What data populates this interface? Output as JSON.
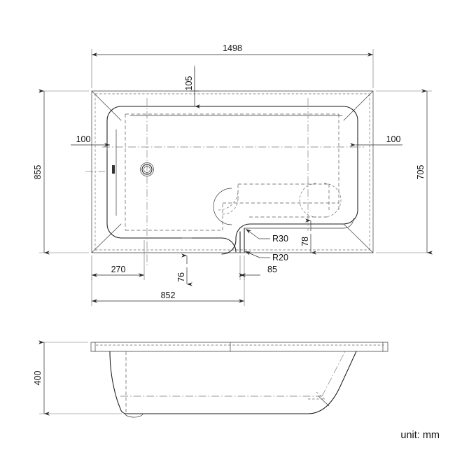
{
  "drawing": {
    "title": "Bathtub technical drawing",
    "unit_note": "unit: mm",
    "views": {
      "plan": {
        "name": "plan-view",
        "dimensions": {
          "overall_length": "1498",
          "overall_width": "855",
          "inner_width": "705",
          "rim_top": "105",
          "rim_left": "100",
          "rim_right": "100",
          "step_offset_left": "270",
          "step_depth": "76",
          "step_offset_right": "85",
          "step_span": "852",
          "step_edge": "78",
          "radius_outer": "R30",
          "radius_inner": "R20"
        }
      },
      "elevation": {
        "name": "front-elevation-view",
        "dimensions": {
          "height": "400"
        }
      }
    }
  },
  "labels": {
    "len_1498": "1498",
    "wid_855": "855",
    "inner_705": "705",
    "top_105": "105",
    "left_100": "100",
    "right_100": "100",
    "off_270": "270",
    "dep_76": "76",
    "off_85": "85",
    "span_852": "852",
    "edge_78": "78",
    "r30": "R30",
    "r20": "R20",
    "height_400": "400",
    "unit": "unit: mm"
  },
  "colors": {
    "ink": "#1a1a1a",
    "dim": "#2a2a2a",
    "hidden": "#666666",
    "center": "#777777",
    "background": "#ffffff"
  }
}
